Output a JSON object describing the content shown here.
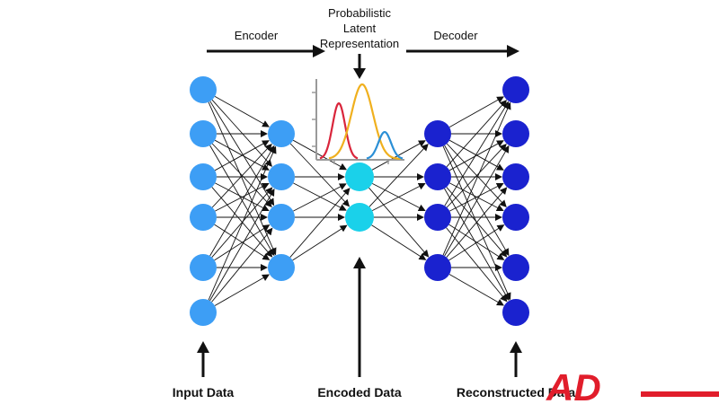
{
  "labels": {
    "encoder": "Encoder",
    "decoder": "Decoder",
    "latent_line1": "Probabilistic",
    "latent_line2": "Latent",
    "latent_line3": "Representation",
    "input_data": "Input Data",
    "encoded_data": "Encoded Data",
    "reconstructed_data": "Reconstructed Data"
  },
  "logo": {
    "text": "AD",
    "color": "#e11d2b"
  },
  "colors": {
    "input_nodes": "#3d9ef5",
    "latent_nodes": "#1ad1ea",
    "decoder_nodes": "#1a22cf",
    "curve_red": "#d9253b",
    "curve_orange": "#f0b01e",
    "curve_blue": "#2b8fd6"
  },
  "network": {
    "layers": [
      {
        "name": "input",
        "nodes": 6
      },
      {
        "name": "encoder-hidden",
        "nodes": 4
      },
      {
        "name": "latent",
        "nodes": 2
      },
      {
        "name": "decoder-hidden",
        "nodes": 4
      },
      {
        "name": "output",
        "nodes": 6
      }
    ]
  }
}
